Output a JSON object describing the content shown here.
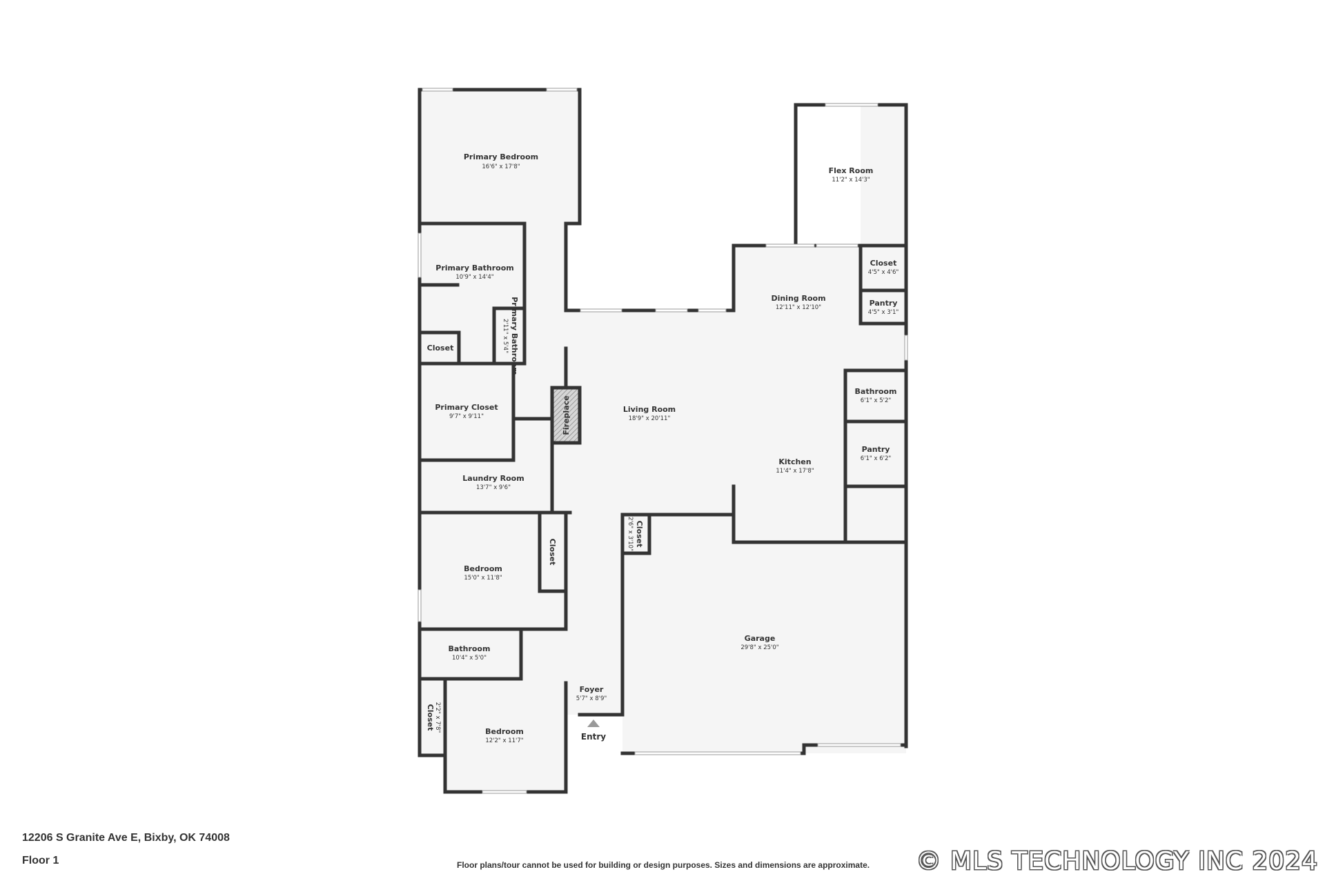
{
  "rooms": {
    "primary_bedroom": {
      "name": "Primary Bedroom",
      "dim": "16'6\" x 17'8\""
    },
    "flex_room": {
      "name": "Flex Room",
      "dim": "11'2\" x 14'3\""
    },
    "primary_bathroom": {
      "name": "Primary Bathroom",
      "dim": "10'9\" x 14'4\""
    },
    "closet_pb": {
      "name": "Closet"
    },
    "primary_bathroom2": {
      "name": "Primary Bathroom",
      "dim": "2'11\" x 5'4\""
    },
    "dining_room": {
      "name": "Dining Room",
      "dim": "12'11\" x 12'10\""
    },
    "closet_dining": {
      "name": "Closet",
      "dim": "4'5\" x 4'6\""
    },
    "pantry_small": {
      "name": "Pantry",
      "dim": "4'5\" x 3'1\""
    },
    "primary_closet": {
      "name": "Primary Closet",
      "dim": "9'7\" x 9'11\""
    },
    "fireplace": {
      "name": "Fireplace"
    },
    "living_room": {
      "name": "Living Room",
      "dim": "18'9\" x 20'11\""
    },
    "bathroom_kitchen": {
      "name": "Bathroom",
      "dim": "6'1\" x 5'2\""
    },
    "pantry_kitchen": {
      "name": "Pantry",
      "dim": "6'1\" x 6'2\""
    },
    "kitchen": {
      "name": "Kitchen",
      "dim": "11'4\" x 17'8\""
    },
    "laundry_room": {
      "name": "Laundry Room",
      "dim": "13'7\" x 9'6\""
    },
    "closet_hall": {
      "name": "Closet",
      "dim": "2'6\" x 3'10\""
    },
    "bedroom_1": {
      "name": "Bedroom",
      "dim": "15'0\" x 11'8\""
    },
    "closet_bed1": {
      "name": "Closet"
    },
    "garage": {
      "name": "Garage",
      "dim": "29'8\" x 25'0\""
    },
    "bathroom_hall": {
      "name": "Bathroom",
      "dim": "10'4\" x 5'0\""
    },
    "foyer": {
      "name": "Foyer",
      "dim": "5'7\" x 8'9\""
    },
    "closet_bed2": {
      "name": "Closet",
      "dim": "2'2\" x 7'8\""
    },
    "bedroom_2": {
      "name": "Bedroom",
      "dim": "12'2\" x 11'7\""
    }
  },
  "entry_label": "Entry",
  "footer": {
    "address": "12206 S Granite Ave E, Bixby, OK 74008",
    "floor": "Floor 1",
    "disclaimer": "Floor plans/tour cannot be used for building or design purposes. Sizes and dimensions are approximate.",
    "watermark": "© MLS TECHNOLOGY INC 2024"
  },
  "colors": {
    "wall": "#333333",
    "floor": "#f5f5f5",
    "fireplace": "#d6d6d6"
  }
}
